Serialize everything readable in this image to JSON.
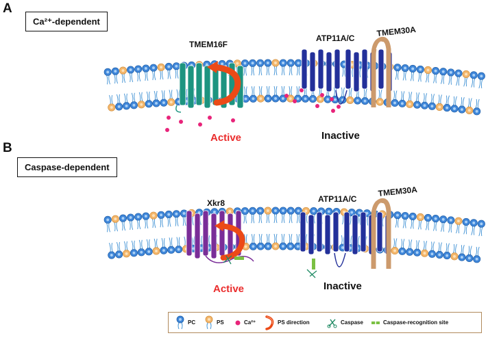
{
  "panels": [
    {
      "letter": "A",
      "condition": "Ca²⁺-dependent"
    },
    {
      "letter": "B",
      "condition": "Caspase-dependent"
    }
  ],
  "panel_a": {
    "scramblase": "TMEM16F",
    "flippase": "ATP11A/C",
    "chaperone": "TMEM30A",
    "active_label": "Active",
    "inactive_label": "Inactive"
  },
  "panel_b": {
    "scramblase": "Xkr8",
    "flippase": "ATP11A/C",
    "chaperone": "TMEM30A",
    "active_label": "Active",
    "inactive_label": "Inactive"
  },
  "legend": [
    {
      "icon": "pc-lipid-icon",
      "label": "PC"
    },
    {
      "icon": "ps-lipid-icon",
      "label": "PS"
    },
    {
      "icon": "calcium-ion-icon",
      "label": "Ca²⁺"
    },
    {
      "icon": "ps-direction-arrow-icon",
      "label": "PS direction"
    },
    {
      "icon": "caspase-scissors-icon",
      "label": "Caspase"
    },
    {
      "icon": "caspase-recognition-site-icon",
      "label": "Caspase-recognition site"
    }
  ],
  "colors": {
    "pc_head": "#3f86d9",
    "ps_head": "#f4b66b",
    "lipid_tail": "#3c8fd3",
    "calcium": "#e8247a",
    "tmem16f": "#1d9480",
    "xkr8": "#7a2d98",
    "atp11": "#23309a",
    "tmem30a": "#cc9a6c",
    "ps_arrow": "#ec4a17",
    "caspase": "#1f8a63",
    "recognition_site": "#7bc043",
    "active_text": "#ea2c2c",
    "legend_border": "#b08a5c"
  }
}
